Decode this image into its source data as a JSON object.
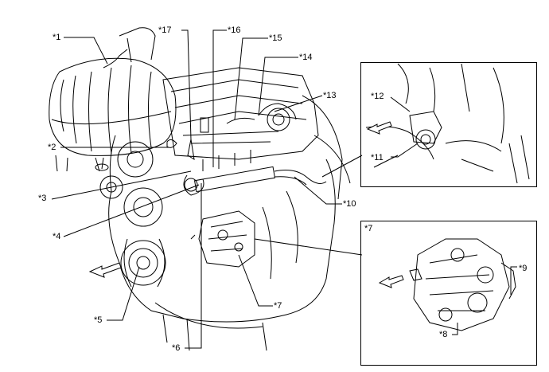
{
  "figure": {
    "line_color": "#000000",
    "background": "#ffffff",
    "arrow_meaning_icon": "front-direction-arrow-icon"
  },
  "callouts": {
    "c1": "*1",
    "c2": "*2",
    "c3": "*3",
    "c4": "*4",
    "c5": "*5",
    "c6": "*6",
    "c7": "*7",
    "c8": "*8",
    "c9": "*9",
    "c10": "*10",
    "c11": "*11",
    "c12": "*12",
    "c13": "*13",
    "c14": "*14",
    "c15": "*15",
    "c16": "*16",
    "c17": "*17"
  },
  "insets": {
    "top_right": {
      "label_a": "*12",
      "label_b": "*11"
    },
    "bottom_right": {
      "title": "*7",
      "label_a": "*9",
      "label_b": "*8"
    }
  }
}
